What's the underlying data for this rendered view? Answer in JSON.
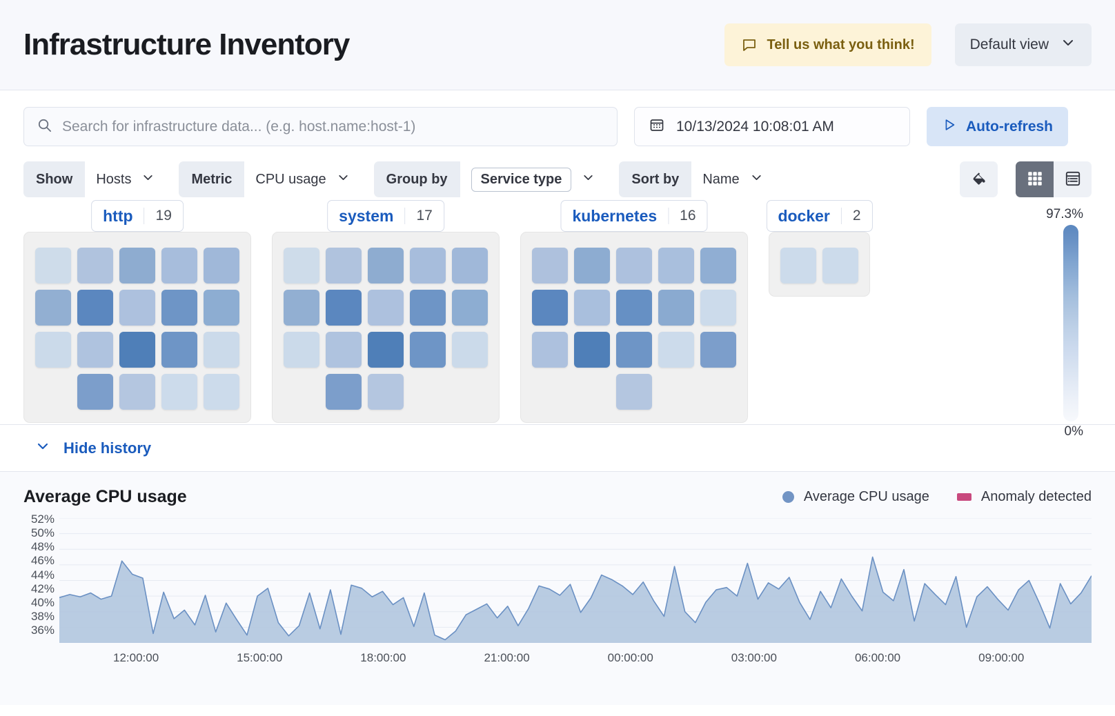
{
  "header": {
    "title": "Infrastructure Inventory",
    "feedback_label": "Tell us what you think!",
    "feedback_icon": "comment-icon",
    "view_label": "Default view",
    "view_icon": "chevron-down-icon"
  },
  "search": {
    "placeholder": "Search for infrastructure data... (e.g. host.name:host-1)",
    "icon": "search-icon"
  },
  "datepicker": {
    "value": "10/13/2024 10:08:01 AM",
    "icon": "calendar-icon"
  },
  "autorefresh": {
    "label": "Auto-refresh",
    "icon": "play-icon"
  },
  "filters": [
    {
      "label": "Show",
      "value": "Hosts",
      "pill": false,
      "icon": "chevron-down-icon"
    },
    {
      "label": "Metric",
      "value": "CPU usage",
      "pill": false,
      "icon": "chevron-down-icon"
    },
    {
      "label": "Group by",
      "value": "Service type",
      "pill": true,
      "icon": "chevron-down-icon"
    },
    {
      "label": "Sort by",
      "value": "Name",
      "pill": false,
      "icon": "chevron-down-icon"
    }
  ],
  "view_toggles": {
    "palette_icon": "paint-bucket-icon",
    "grid_icon": "grid-view-icon",
    "table_icon": "table-view-icon",
    "active": "grid"
  },
  "waffle": {
    "legend": {
      "max": "97.3%",
      "min": "0%"
    },
    "groups": [
      {
        "name": "http",
        "count": "19",
        "tiles": [
          "#cedcea",
          "#b0c3de",
          "#8eacd0",
          "#a7bddc",
          "#a0b8d9",
          "#92afd2",
          "#5b87bf",
          "#adc1de",
          "#6e95c6",
          "#8dadd2",
          "#cbdaea",
          "#afc3df",
          "#4f7fb8",
          "#6e95c6",
          "#cbdaea",
          "#7c9ecb",
          "#b4c6e0",
          "#ccdbeb",
          "#ccdbeb"
        ]
      },
      {
        "name": "system",
        "count": "17",
        "tiles": [
          "#cedcea",
          "#b0c3de",
          "#8eacd0",
          "#a7bddc",
          "#a0b8d9",
          "#92afd2",
          "#5b87bf",
          "#adc1de",
          "#6e95c6",
          "#8dadd2",
          "#cbdaea",
          "#afc3df",
          "#4f7fb8",
          "#6e95c6",
          "#cbdaea",
          "#7c9ecb",
          "#b4c6e0"
        ]
      },
      {
        "name": "kubernetes",
        "count": "16",
        "tiles": [
          "#aec1dd",
          "#8dacd1",
          "#adc1de",
          "#a9bfdd",
          "#90aed3",
          "#5b87bf",
          "#a9bfdd",
          "#6690c4",
          "#8aaad0",
          "#ccdbeb",
          "#adc1de",
          "#4f7fb8",
          "#6e95c6",
          "#ccdbeb",
          "#7c9ecb",
          "#b4c6e0"
        ]
      },
      {
        "name": "docker",
        "count": "2",
        "tiles": [
          "#ccdbeb",
          "#ccdbeb"
        ]
      }
    ]
  },
  "history_toggle": {
    "label": "Hide history",
    "icon": "chevron-down-icon"
  },
  "chart_data": {
    "type": "area",
    "title": "Average CPU usage",
    "xlabel": "",
    "ylabel": "",
    "grid": true,
    "legend_position": "top-right",
    "legend": [
      {
        "name": "Average CPU usage",
        "color": "#7294c4",
        "marker": "circle"
      },
      {
        "name": "Anomaly detected",
        "color": "#c8497e",
        "marker": "square"
      }
    ],
    "ylim": [
      36,
      52
    ],
    "yticks": [
      "52%",
      "50%",
      "48%",
      "46%",
      "44%",
      "42%",
      "40%",
      "38%",
      "36%"
    ],
    "xticks": [
      "12:00:00",
      "15:00:00",
      "18:00:00",
      "21:00:00",
      "00:00:00",
      "03:00:00",
      "06:00:00",
      "09:00:00"
    ],
    "series": [
      {
        "name": "Average CPU usage",
        "color": "#7294c4",
        "values": [
          41.8,
          42.2,
          41.9,
          42.4,
          41.6,
          42.0,
          46.5,
          44.8,
          44.3,
          37.2,
          42.5,
          39.1,
          40.2,
          38.3,
          42.1,
          37.4,
          41.1,
          39.0,
          37.0,
          42.0,
          43.0,
          38.6,
          36.9,
          38.2,
          42.4,
          37.8,
          42.8,
          37.1,
          43.4,
          43.0,
          41.9,
          42.6,
          40.9,
          41.8,
          38.1,
          42.4,
          37.0,
          36.4,
          37.5,
          39.6,
          40.3,
          41.0,
          39.2,
          40.7,
          38.2,
          40.4,
          43.3,
          42.9,
          42.1,
          43.5,
          39.9,
          41.8,
          44.7,
          44.1,
          43.3,
          42.2,
          43.8,
          41.4,
          39.4,
          45.8,
          40.0,
          38.6,
          41.2,
          42.8,
          43.1,
          42.0,
          46.2,
          41.6,
          43.7,
          42.9,
          44.4,
          41.2,
          39.0,
          42.6,
          40.5,
          44.2,
          42.0,
          40.1,
          47.0,
          42.5,
          41.4,
          45.4,
          38.8,
          43.6,
          42.2,
          40.9,
          44.5,
          38.0,
          41.9,
          43.2,
          41.6,
          40.2,
          42.8,
          44.0,
          41.1,
          37.9,
          43.6,
          41.0,
          42.4,
          44.6
        ]
      }
    ]
  }
}
